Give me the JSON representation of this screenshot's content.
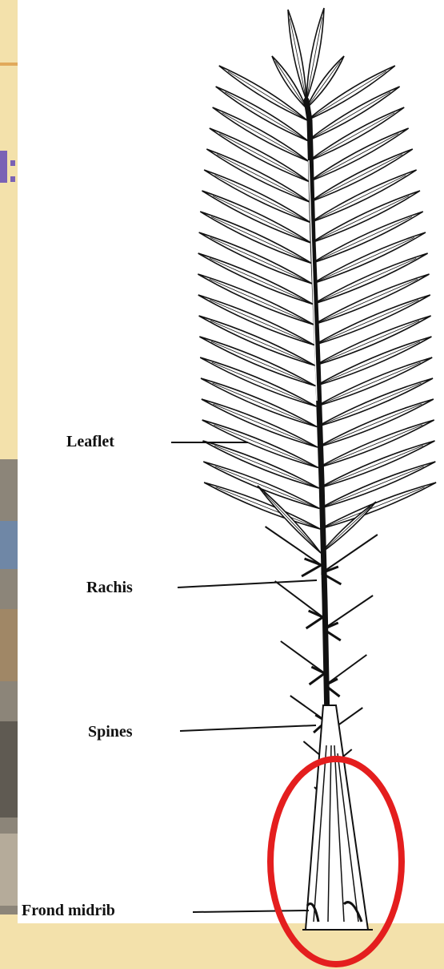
{
  "labels": {
    "leaflet": "Leaflet",
    "rachis": "Rachis",
    "spines": "Spines",
    "frond_midrib": "Frond midrib"
  },
  "colors": {
    "background": "#f3e1ab",
    "panel": "#ffffff",
    "line": "#111111",
    "highlight": "#e41e1e",
    "slide_rule": "#e1a95b",
    "slide_title": "#7a62b5"
  }
}
